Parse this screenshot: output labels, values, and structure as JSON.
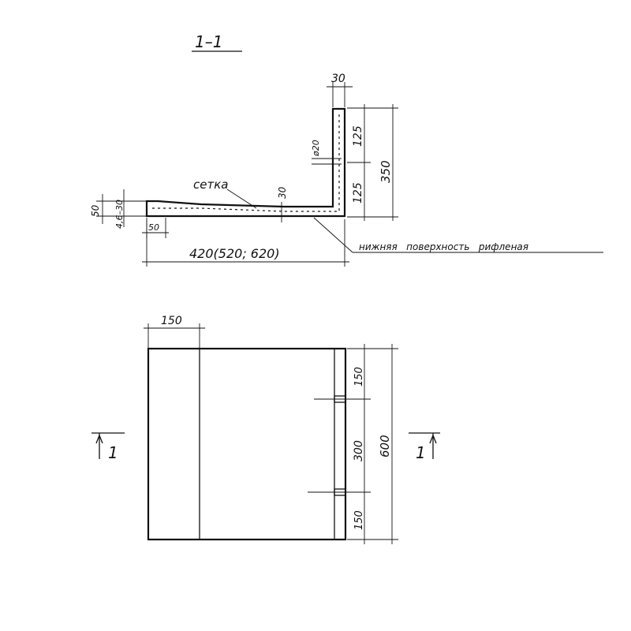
{
  "section": {
    "title": "1–1",
    "dim_top_width": "30",
    "dim_upper": "125",
    "dim_lower": "125",
    "dim_total_height": "350",
    "bar_label": "ø20",
    "mesh_label": "сетка",
    "dim_slab_thickness": "30",
    "dim_left_height": "50",
    "dim_left_small": "4,6–30",
    "dim_left_offset": "50",
    "dim_length": "420(520; 620)",
    "bottom_note": "нижняя   поверхность   рифленая"
  },
  "plan": {
    "dim_strip_width": "150",
    "dim_top": "150",
    "dim_middle": "300",
    "dim_bottom": "150",
    "dim_total": "600",
    "section_mark_left": "1",
    "section_mark_right": "1"
  }
}
